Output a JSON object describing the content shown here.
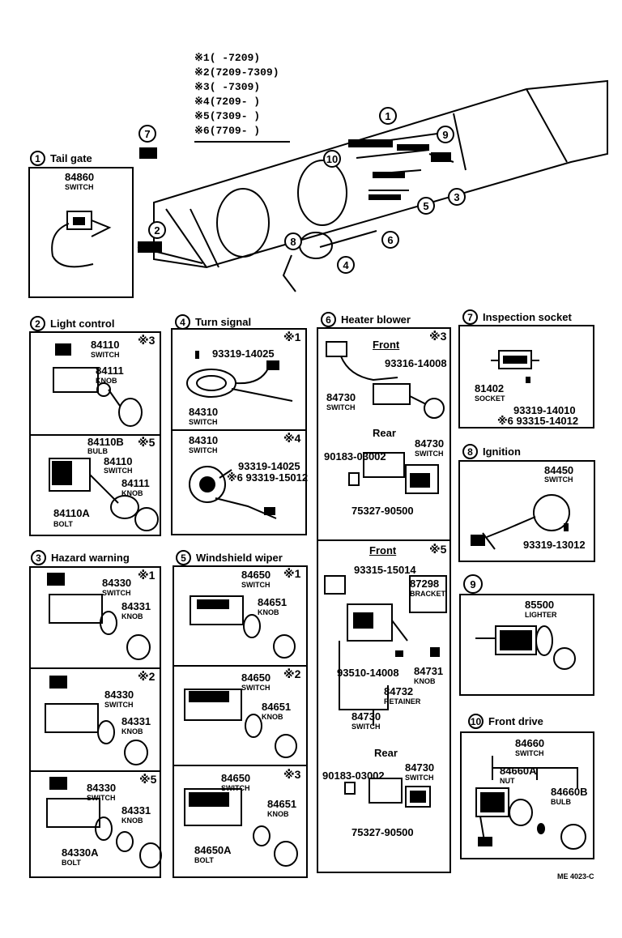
{
  "legend": [
    "※1(    -7209)",
    "※2(7209-7309)",
    "※3(    -7309)",
    "※4(7209-    )",
    "※5(7309-    )",
    "※6(7709-    )"
  ],
  "overview_callouts": [
    "1",
    "2",
    "3",
    "5",
    "6",
    "4",
    "7",
    "8",
    "9",
    "10"
  ],
  "sections": {
    "tailgate": {
      "num": "1",
      "title": "Tail gate",
      "pn": "84860",
      "lbl": "SWITCH"
    },
    "light": {
      "num": "2",
      "title": "Light control",
      "a": {
        "mark": "※3",
        "pn1": "84110",
        "lbl1": "SWITCH",
        "pn2": "84111",
        "lbl2": "KNOB"
      },
      "b": {
        "mark": "※5",
        "pn1": "84110B",
        "lbl1": "BULB",
        "pn2": "84110",
        "lbl2": "SWITCH",
        "pn3": "84111",
        "lbl3": "KNOB",
        "pn4": "84110A",
        "lbl4": "BOLT"
      }
    },
    "turn": {
      "num": "4",
      "title": "Turn signal",
      "a": {
        "mark": "※1",
        "pn1": "93319-14025",
        "pn2": "84310",
        "lbl2": "SWITCH"
      },
      "b": {
        "mark": "※4",
        "pn1": "84310",
        "lbl1": "SWITCH",
        "pn2": "93319-14025",
        "pn3": "※6 93319-15012"
      }
    },
    "heater": {
      "num": "6",
      "title": "Heater blower",
      "front1": {
        "mark": "※3",
        "sub": "Front",
        "pn1": "93316-14008",
        "pn2": "84730",
        "lbl2": "SWITCH"
      },
      "rear1": {
        "sub": "Rear",
        "pn1": "90183-03002",
        "pn2": "84730",
        "lbl2": "SWITCH",
        "pn3": "75327-90500"
      },
      "front2": {
        "mark": "※5",
        "sub": "Front",
        "pn1": "93315-15014",
        "pn2": "87298",
        "lbl2": "BRACKET",
        "pn3": "93510-14008",
        "pn4": "84731",
        "lbl4": "KNOB",
        "pn5": "84732",
        "lbl5": "RETAINER",
        "pn6": "84730",
        "lbl6": "SWITCH"
      },
      "rear2": {
        "sub": "Rear",
        "pn1": "90183-03002",
        "pn2": "84730",
        "lbl2": "SWITCH",
        "pn3": "75327-90500"
      }
    },
    "inspection": {
      "num": "7",
      "title": "Inspection socket",
      "pn1": "81402",
      "lbl1": "SOCKET",
      "pn2": "93319-14010",
      "pn3": "※6 93315-14012"
    },
    "ignition": {
      "num": "8",
      "title": "Ignition",
      "pn1": "84450",
      "lbl1": "SWITCH",
      "pn2": "93319-13012"
    },
    "lighter": {
      "num": "9",
      "pn1": "85500",
      "lbl1": "LIGHTER"
    },
    "frontdrive": {
      "num": "10",
      "title": "Front drive",
      "pn1": "84660",
      "lbl1": "SWITCH",
      "pn2": "84660A",
      "lbl2": "NUT",
      "pn3": "84660B",
      "lbl3": "BULB"
    },
    "hazard": {
      "num": "3",
      "title": "Hazard warning",
      "a": {
        "mark": "※1",
        "pn1": "84330",
        "lbl1": "SWITCH",
        "pn2": "84331",
        "lbl2": "KNOB"
      },
      "b": {
        "mark": "※2",
        "pn1": "84330",
        "lbl1": "SWITCH",
        "pn2": "84331",
        "lbl2": "KNOB"
      },
      "c": {
        "mark": "※5",
        "pn1": "84330",
        "lbl1": "SWITCH",
        "pn2": "84331",
        "lbl2": "KNOB",
        "pn3": "84330A",
        "lbl3": "BOLT"
      }
    },
    "wiper": {
      "num": "5",
      "title": "Windshield wiper",
      "a": {
        "mark": "※1",
        "pn1": "84650",
        "lbl1": "SWITCH",
        "pn2": "84651",
        "lbl2": "KNOB"
      },
      "b": {
        "mark": "※2",
        "pn1": "84650",
        "lbl1": "SWITCH",
        "pn2": "84651",
        "lbl2": "KNOB"
      },
      "c": {
        "mark": "※3",
        "pn1": "84650",
        "lbl1": "SWITCH",
        "pn2": "84651",
        "lbl2": "KNOB",
        "pn3": "84650A",
        "lbl3": "BOLT"
      }
    }
  },
  "footer_code": "ME 4023-C"
}
